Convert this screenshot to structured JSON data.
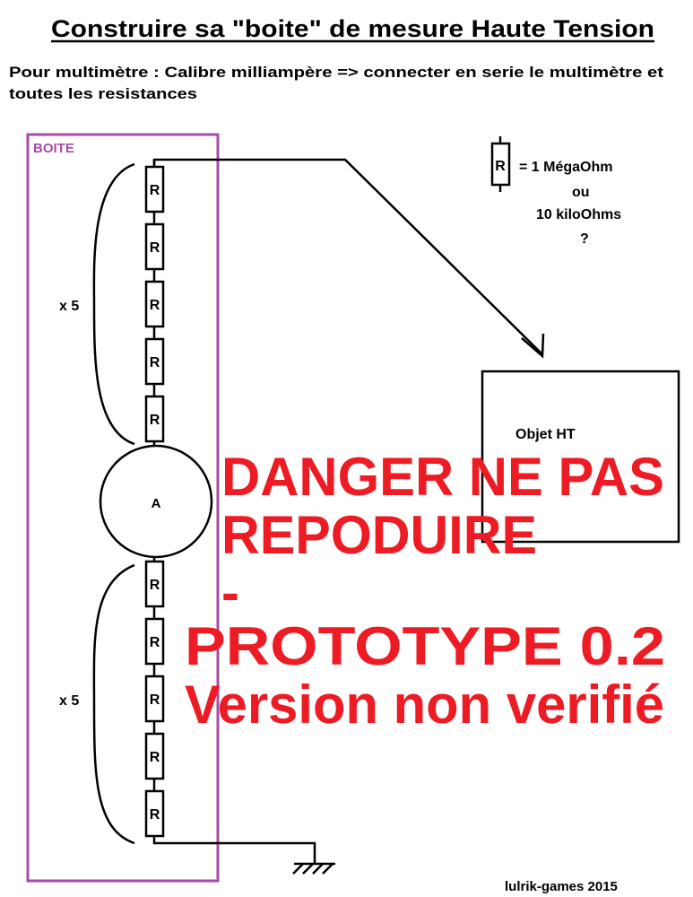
{
  "title": "Construire sa \"boite\" de mesure Haute Tension",
  "instructions": [
    "Pour multimètre : Calibre milliampère => connecter en serie le multimètre et",
    "toutes les resistances"
  ],
  "box_label": "BOITE",
  "resistor_label": "R",
  "ammeter_label": "A",
  "multiplier_top": "x 5",
  "multiplier_bottom": "x 5",
  "legend": {
    "symbol": "R",
    "line1": "= 1 MégaOhm",
    "line2": "ou",
    "line3": "10 kiloOhms",
    "line4": "?"
  },
  "object_label": "Objet HT",
  "warning": [
    "DANGER NE PAS",
    "REPODUIRE",
    "-",
    "PROTOTYPE 0.2",
    "Version non verifié"
  ],
  "credit": "lulrik-games 2015",
  "colors": {
    "box": "#a64ca6",
    "warning": "#ed1c24",
    "ink": "#000000"
  }
}
